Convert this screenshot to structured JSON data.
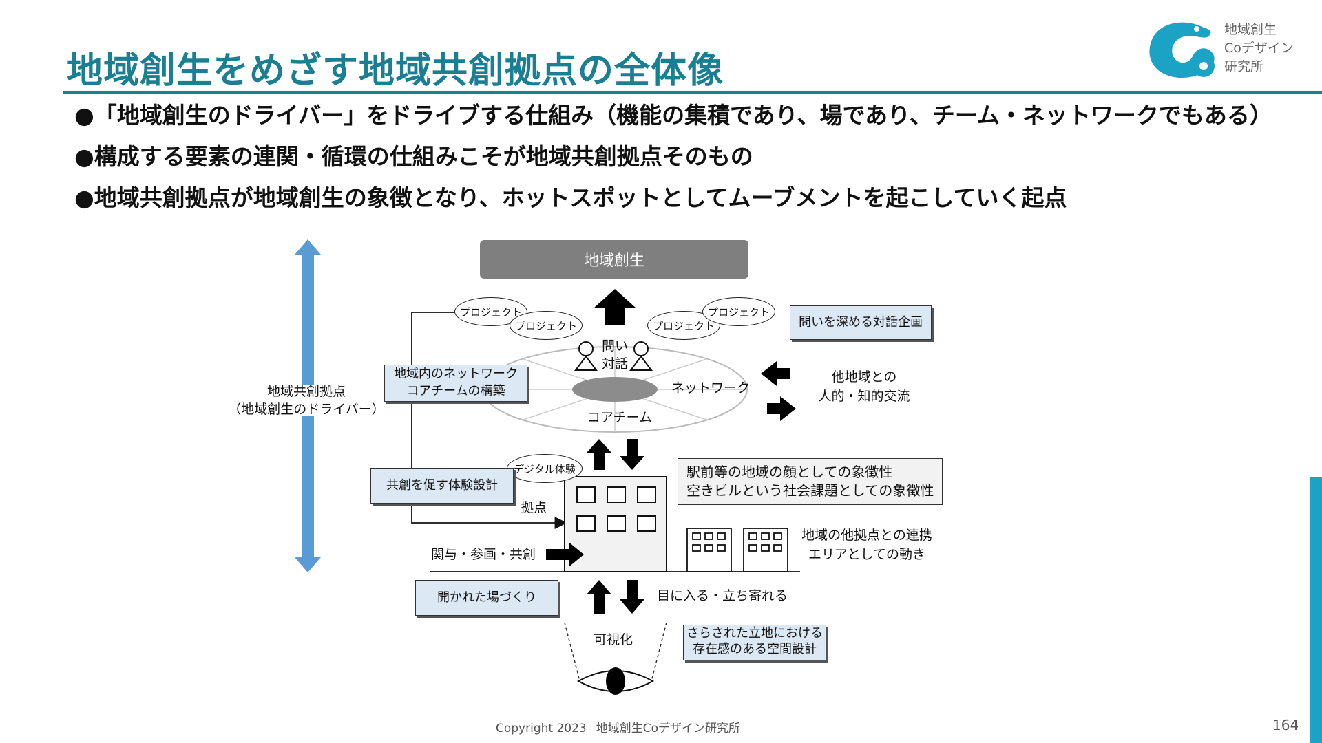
{
  "header": {
    "title": "地域創生をめざす地域共創拠点の全体像",
    "logo_lines": [
      "地域創生",
      "Coデザイン",
      "研究所"
    ]
  },
  "bullets": [
    "●「地域創生のドライバー」をドライブする仕組み（機能の集積であり、場であり、チーム・ネットワークでもある）",
    "●構成する要素の連関・循環の仕組みこそが地域共創拠点そのもの",
    "●地域共創拠点が地域創生の象徴となり、ホットスポットとしてムーブメントを起こしていく起点"
  ],
  "diagram": {
    "goal": "地域創生",
    "left_axis_label_1": "地域共創拠点",
    "left_axis_label_2": "（地域創生のドライバー）",
    "project_bubbles": [
      "プロジェクト",
      "プロジェクト",
      "プロジェクト",
      "プロジェクト"
    ],
    "dialogue_label_1": "問い",
    "dialogue_label_2": "対話",
    "network_label": "ネットワーク",
    "core_team_label": "コアチーム",
    "note_network_1": "地域内のネットワーク",
    "note_network_2": "コアチームの構築",
    "note_dialogue": "問いを深める対話企画",
    "exchange_1": "他地域との",
    "exchange_2": "人的・知的交流",
    "digital_bubble": "デジタル体験",
    "note_experience": "共創を促す体験設計",
    "base_label": "拠点",
    "symbol_1": "駅前等の地域の顔としての象徴性",
    "symbol_2": "空きビルという社会課題としての象徴性",
    "other_bases_1": "地域の他拠点との連携",
    "other_bases_2": "エリアとしての動き",
    "participation": "関与・参画・共創",
    "note_open": "開かれた場づくり",
    "visible": "目に入る・立ち寄れる",
    "visualization": "可視化",
    "note_space_1": "さらされた立地における",
    "note_space_2": "存在感のある空間設計"
  },
  "footer": {
    "copyright": "Copyright 2023",
    "org": "地域創生Coデザイン研究所",
    "page": "164"
  },
  "colors": {
    "title": "#1a7f93",
    "accent_bar": "#1aa3c4",
    "axis_arrow": "#5b9bd5",
    "note_fill": "#dce9f5",
    "goal_fill": "#7f7f7f"
  }
}
